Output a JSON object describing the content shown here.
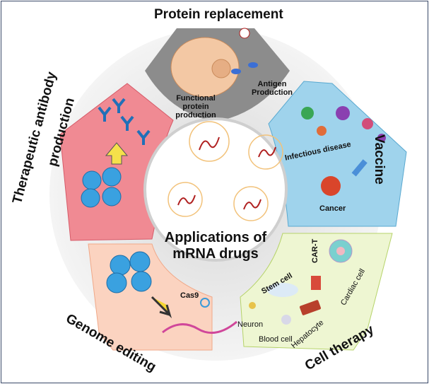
{
  "title": "Applications of mRNA drugs",
  "center": {
    "line1": "Applications of",
    "line2": "mRNA drugs"
  },
  "sections": {
    "protein_replacement": {
      "title": "Protein replacement",
      "labels": [
        "Functional protein production",
        "Antigen Production"
      ],
      "color": "#8c8c8c"
    },
    "vaccine": {
      "title": "Vaccine",
      "labels": [
        "Infectious disease",
        "Cancer"
      ],
      "color": "#9fd3ec"
    },
    "cell_therapy": {
      "title": "Cell therapy",
      "labels": [
        "CAR-T",
        "Stem cell",
        "Cardiac cell",
        "Hepatocyte",
        "Neuron",
        "Blood cell"
      ],
      "color": "#eef6d2"
    },
    "genome_editing": {
      "title": "Genome editing",
      "labels": [
        "Cas9"
      ],
      "color": "#fbd3c0"
    },
    "therapeutic_antibody": {
      "title": "Therapeutic antibody production",
      "line1": "Therapeutic antibody",
      "line2": "production",
      "color": "#f08a93"
    }
  }
}
